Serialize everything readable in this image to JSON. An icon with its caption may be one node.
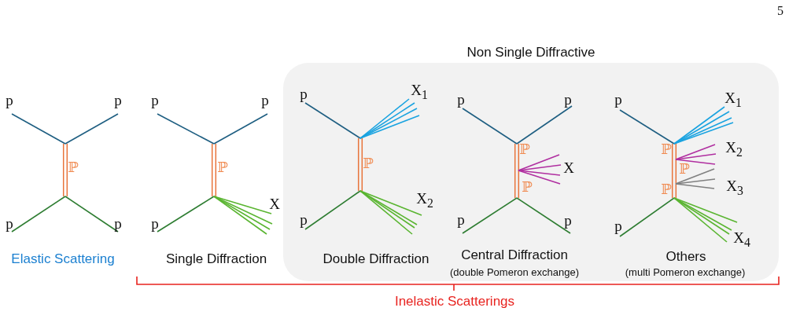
{
  "diagram": {
    "nodes": [
      {
        "text": [
          "Non Single Diffractive"
        ]
      }
    ],
    "labels": [
      "5",
      "p",
      "p",
      "ℙ",
      "p",
      "p",
      "Elastic Scattering",
      "p",
      "p",
      "ℙ",
      "p",
      "X",
      "Single Diffraction",
      "p",
      "X$_{1}$",
      "ℙ",
      "X$_{2}$",
      "p",
      "Double Diffraction",
      "p",
      "p",
      "ℙ",
      "X",
      "ℙ",
      "p",
      "p",
      "Central Diffraction",
      "(double Pomeron exchange)",
      "p",
      "X$_{1}$",
      "ℙ",
      "X$_{2}$",
      "ℙ",
      "ℙ",
      "X$_{3}$",
      "p",
      "X$_{4}$",
      "Others",
      "(multi Pomeron exchange)",
      "Inelastic Scatterings"
    ]
  }
}
